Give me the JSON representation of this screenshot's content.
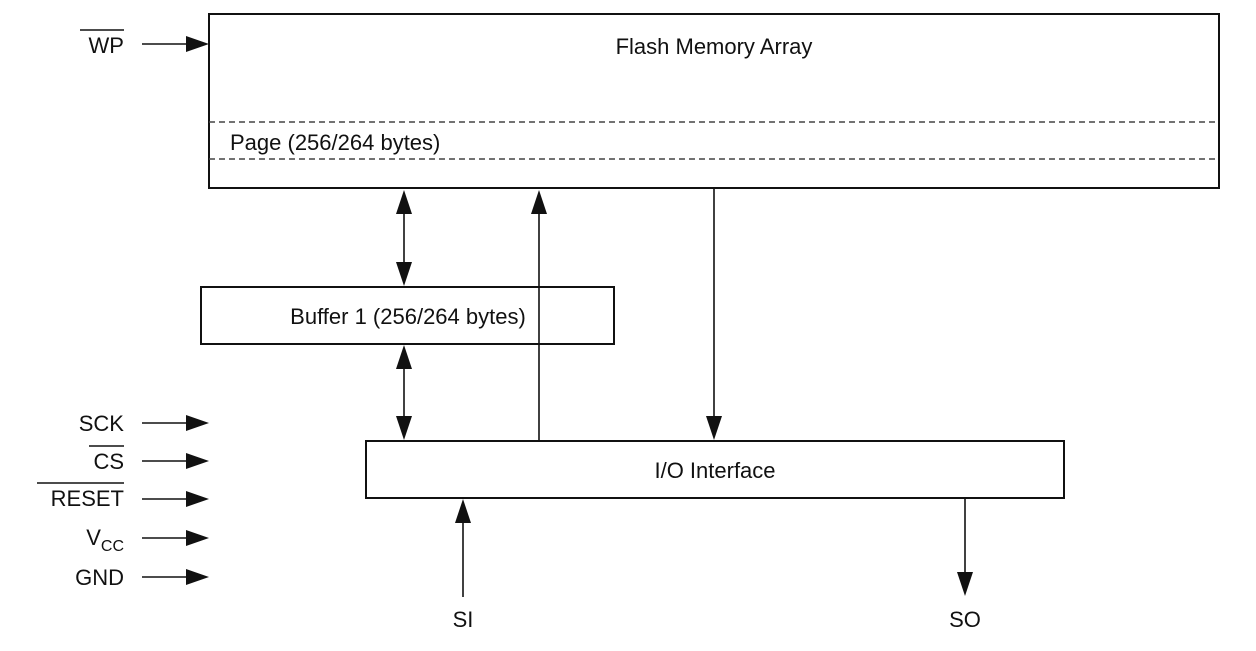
{
  "diagram": {
    "flash_array": {
      "title": "Flash Memory Array",
      "page_label": "Page (256/264 bytes)"
    },
    "buffer": {
      "label": "Buffer 1 (256/264 bytes)"
    },
    "io": {
      "label": "I/O Interface"
    },
    "pins": {
      "wp": "WP",
      "sck": "SCK",
      "cs": "CS",
      "reset": "RESET",
      "vcc_main": "V",
      "vcc_sub": "CC",
      "gnd": "GND",
      "si": "SI",
      "so": "SO"
    },
    "colors": {
      "line": "#111111",
      "dashed": "#444444",
      "background": "#ffffff"
    }
  }
}
